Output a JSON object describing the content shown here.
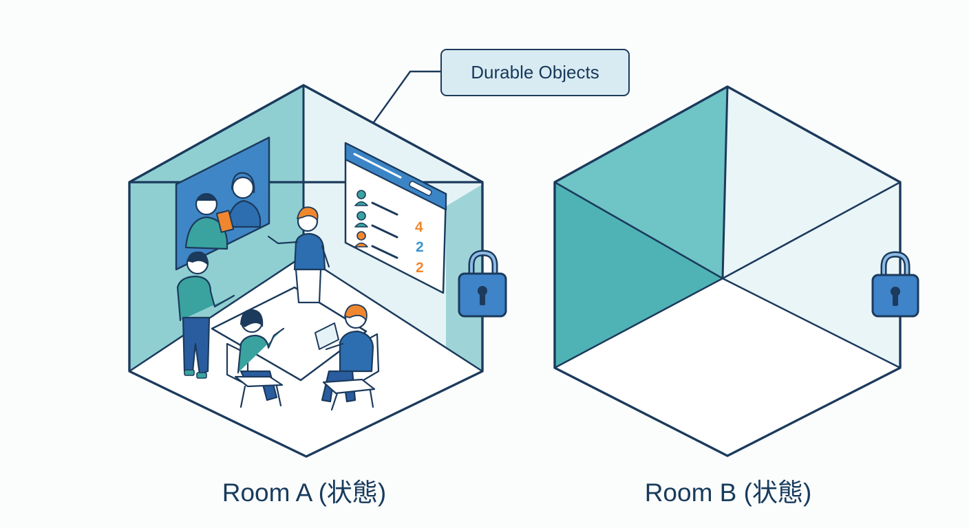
{
  "callout": {
    "text": "Durable Objects"
  },
  "room_a": {
    "label": "Room A (状態)",
    "scoreboard": {
      "scores": [
        "4",
        "2",
        "2"
      ]
    },
    "lock_icon": "lock-icon"
  },
  "room_b": {
    "label": "Room B (状態)",
    "lock_icon": "lock-icon"
  },
  "colors": {
    "outline": "#1b3a5c",
    "teal_wall": "#55b7b9",
    "light_wall": "#eaf5f8",
    "lock_blue": "#3f83c8",
    "accent_orange": "#f0872e",
    "accent_blue": "#3b93d0"
  }
}
